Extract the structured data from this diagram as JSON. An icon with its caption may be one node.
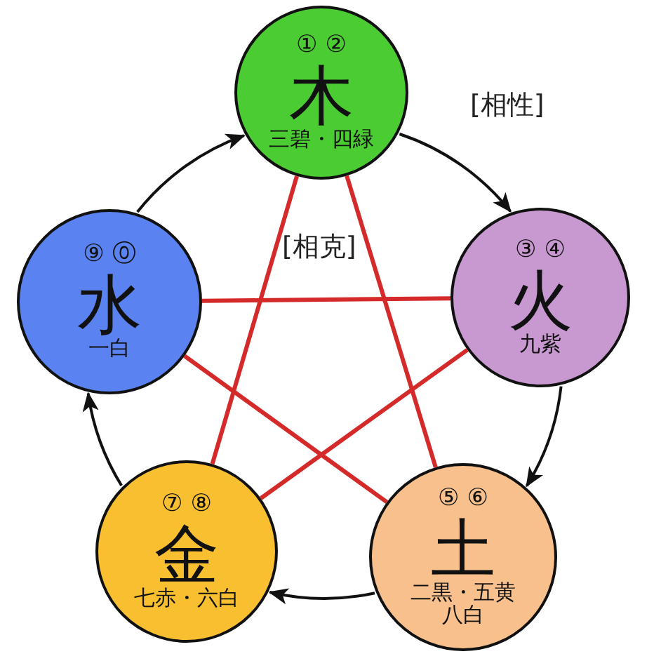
{
  "diagram": {
    "nodes": [
      {
        "text": [
          "① ②",
          "木",
          "三碧・四緑"
        ]
      },
      {
        "text": [
          "⑨ ⓪",
          "水",
          "一白"
        ]
      },
      {
        "text": [
          "③ ④",
          "火",
          "九紫"
        ]
      },
      {
        "text": [
          "⑦ ⑧",
          "金",
          "七赤・六白"
        ]
      },
      {
        "text": [
          "⑤ ⑥",
          "土",
          "二黒・五黄",
          "八白"
        ]
      }
    ],
    "edges": [
      {
        "from": 0,
        "to": 2,
        "arrow": "to"
      },
      {
        "from": 2,
        "to": 4,
        "arrow": "to"
      },
      {
        "from": 4,
        "to": 3,
        "arrow": "to"
      },
      {
        "from": 3,
        "to": 1,
        "arrow": "to"
      },
      {
        "from": 1,
        "to": 0,
        "arrow": "to"
      },
      {
        "from": 0,
        "to": 4,
        "arrow": "none",
        "color": "#d42a2a"
      },
      {
        "from": 0,
        "to": 3,
        "arrow": "none",
        "color": "#d42a2a"
      },
      {
        "from": 1,
        "to": 2,
        "arrow": "none",
        "color": "#d42a2a"
      },
      {
        "from": 1,
        "to": 4,
        "arrow": "none",
        "color": "#d42a2a"
      },
      {
        "from": 2,
        "to": 3,
        "arrow": "none",
        "color": "#d42a2a"
      }
    ],
    "labels": [
      "[相性]",
      "[相克]"
    ]
  }
}
